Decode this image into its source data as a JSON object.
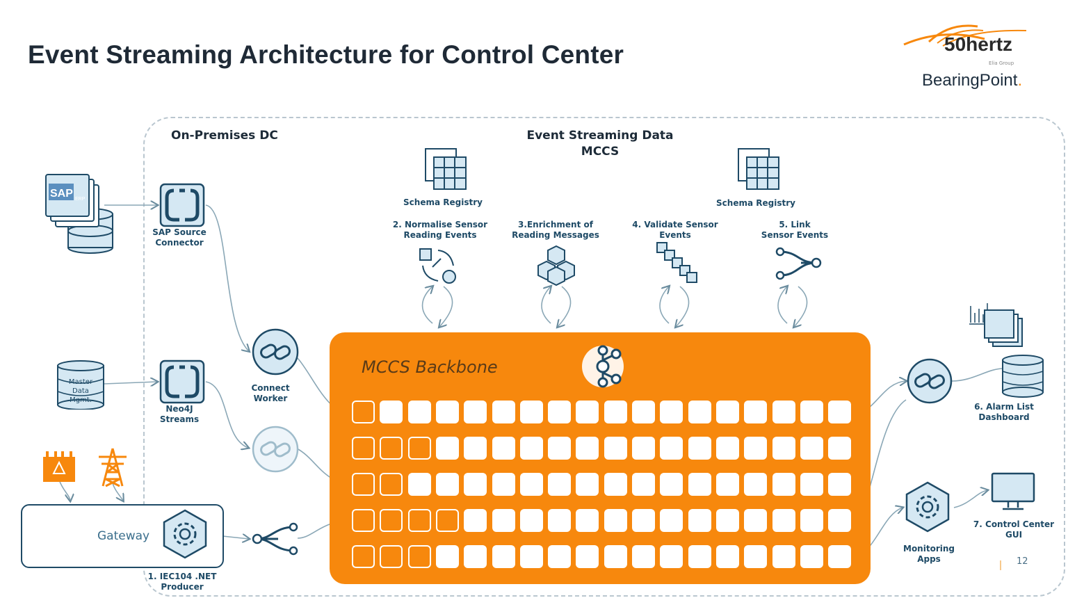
{
  "title": "Event Streaming Architecture for Control Center",
  "logo": {
    "brand1": "50hertz",
    "brand1_sub": "Elia Group",
    "brand2": "BearingPoint",
    "brand2_mark": "."
  },
  "zones": {
    "onprem": "On-Premises DC",
    "streaming_line1": "Event Streaming Data",
    "streaming_line2": "MCCS"
  },
  "sources": {
    "sap_badge": "SAP",
    "sap_badge_sub": "ERP",
    "master_line1": "Master",
    "master_line2": "Data",
    "master_line3": "Mgmt."
  },
  "connectors": {
    "sap_line1": "SAP Source",
    "sap_line2": "Connector",
    "neo_line1": "Neo4J",
    "neo_line2": "Streams",
    "worker_line1": "Connect",
    "worker_line2": "Worker"
  },
  "gateway": {
    "label": "Gateway",
    "producer_line1": "1. IEC104 .NET",
    "producer_line2": "Producer"
  },
  "schema": {
    "left": "Schema Registry",
    "right": "Schema Registry"
  },
  "steps": [
    {
      "line1": "2. Normalise Sensor",
      "line2": "Reading Events"
    },
    {
      "line1": "3.Enrichment of",
      "line2": "Reading  Messages"
    },
    {
      "line1": "4. Validate Sensor",
      "line2": "Events"
    },
    {
      "line1": "5. Link",
      "line2": "Sensor Events"
    }
  ],
  "backbone": {
    "label": "MCCS Backbone",
    "filled_per_row": [
      1,
      3,
      2,
      4,
      3
    ],
    "cols": 18
  },
  "outputs": {
    "alarm_line1": "6. Alarm List",
    "alarm_line2": "Dashboard",
    "gui_line1": "7. Control Center",
    "gui_line2": "GUI",
    "monitor_line1": "Monitoring",
    "monitor_line2": "Apps"
  },
  "page_number": "12",
  "colors": {
    "accent": "#f7880d",
    "navy": "#1e4a66",
    "light": "#d5e8f3",
    "line": "#8aa7b6"
  }
}
